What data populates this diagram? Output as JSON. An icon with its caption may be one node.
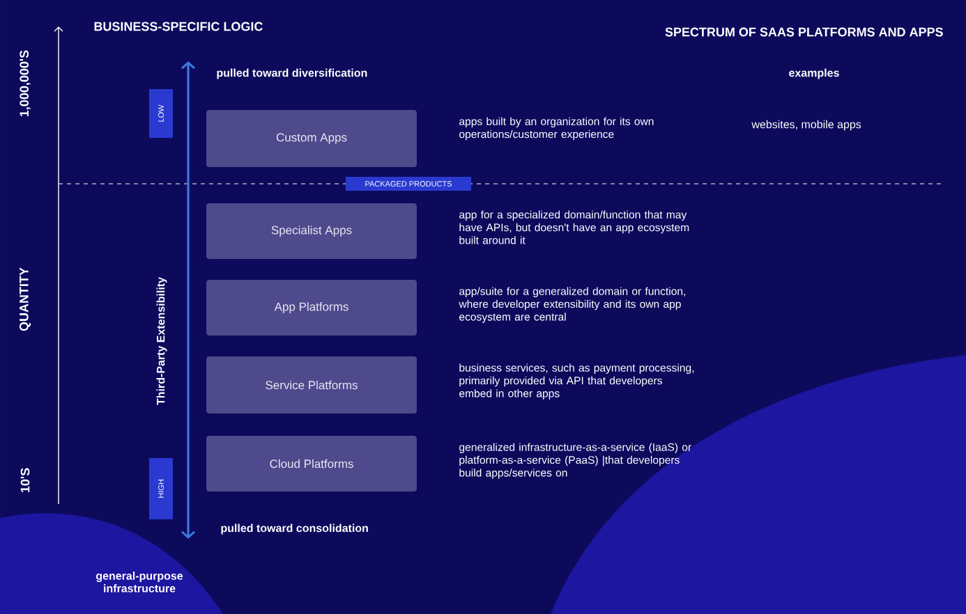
{
  "diagram": {
    "title": "SPECTRUM OF SAAS PLATFORMS AND APPS",
    "nodes": [
      {
        "text": [
          "Custom Apps"
        ]
      },
      {
        "text": [
          "Specialist Apps"
        ]
      },
      {
        "text": [
          "App Platforms"
        ]
      },
      {
        "text": [
          "Service Platforms"
        ]
      },
      {
        "text": [
          "Cloud Platforms"
        ]
      },
      {
        "text": [
          "LOW"
        ]
      },
      {
        "text": [
          "PACKAGED PRODUCTS"
        ]
      },
      {
        "text": [
          "HIGH"
        ]
      }
    ],
    "labels": [
      "BUSINESS-SPECIFIC LOGIC",
      "1,000,000'S",
      "pulled toward diversification",
      "examples",
      "apps built by an organization for its own operations/customer experience",
      "websites, mobile apps",
      "app for a specialized domain/function that may have APIs, but doesn't have an app ecosystem built around it",
      "app/suite for a generalized domain or function, where developer extensibility and its own app ecosystem are central",
      "business services, such as payment processing, primarily provided via API that developers embed in other apps",
      "generalized infrastructure-as-a-service (IaaS) or platform-as-a-service (PaaS) |that developers build apps/services on",
      "Third-Party Extensibility",
      "QUANTITY",
      "10'S",
      "pulled toward consolidation",
      "general-purpose infrastructure"
    ]
  }
}
